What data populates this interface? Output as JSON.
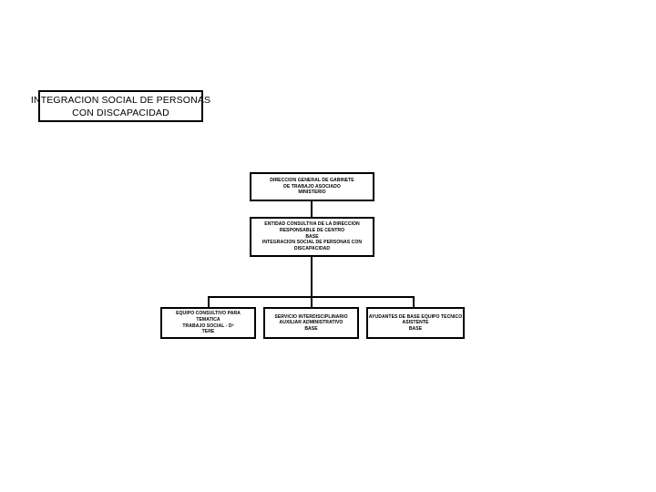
{
  "diagram": {
    "title_box": {
      "lines": [
        "INTEGRACION SOCIAL DE PERSONAS",
        "CON DISCAPACIDAD"
      ]
    },
    "nodes": {
      "direccion": {
        "lines": [
          "DIRECCION GENERAL DE GABINETE",
          "DE TRABAJO ASOCIADO",
          "MINISTERIO"
        ]
      },
      "entidad": {
        "lines": [
          "ENTIDAD CONSULTIVA DE LA DIRECCION",
          "RESPONSABLE DE CENTRO",
          "BASE",
          "INTEGRACION SOCIAL DE PERSONAS CON",
          "DISCAPACIDAD"
        ]
      },
      "equipo_consultivo": {
        "lines": [
          "EQUIPO CONSULTIVO PARA",
          "TEMATICA",
          "TRABAJO SOCIAL - Dª",
          "TERE"
        ]
      },
      "servicio": {
        "lines": [
          "SERVICIO INTERDISCIPLINARIO",
          "AUXILIAR ADMINISTRATIVO",
          "BASE"
        ]
      },
      "ayudantes": {
        "lines": [
          "AYUDANTES DE BASE EQUIPO TECNICO",
          "ASISTENTE",
          "BASE"
        ]
      }
    },
    "colors": {
      "background": "#ffffff",
      "border": "#000000",
      "text": "#000000",
      "connector": "#000000"
    }
  }
}
